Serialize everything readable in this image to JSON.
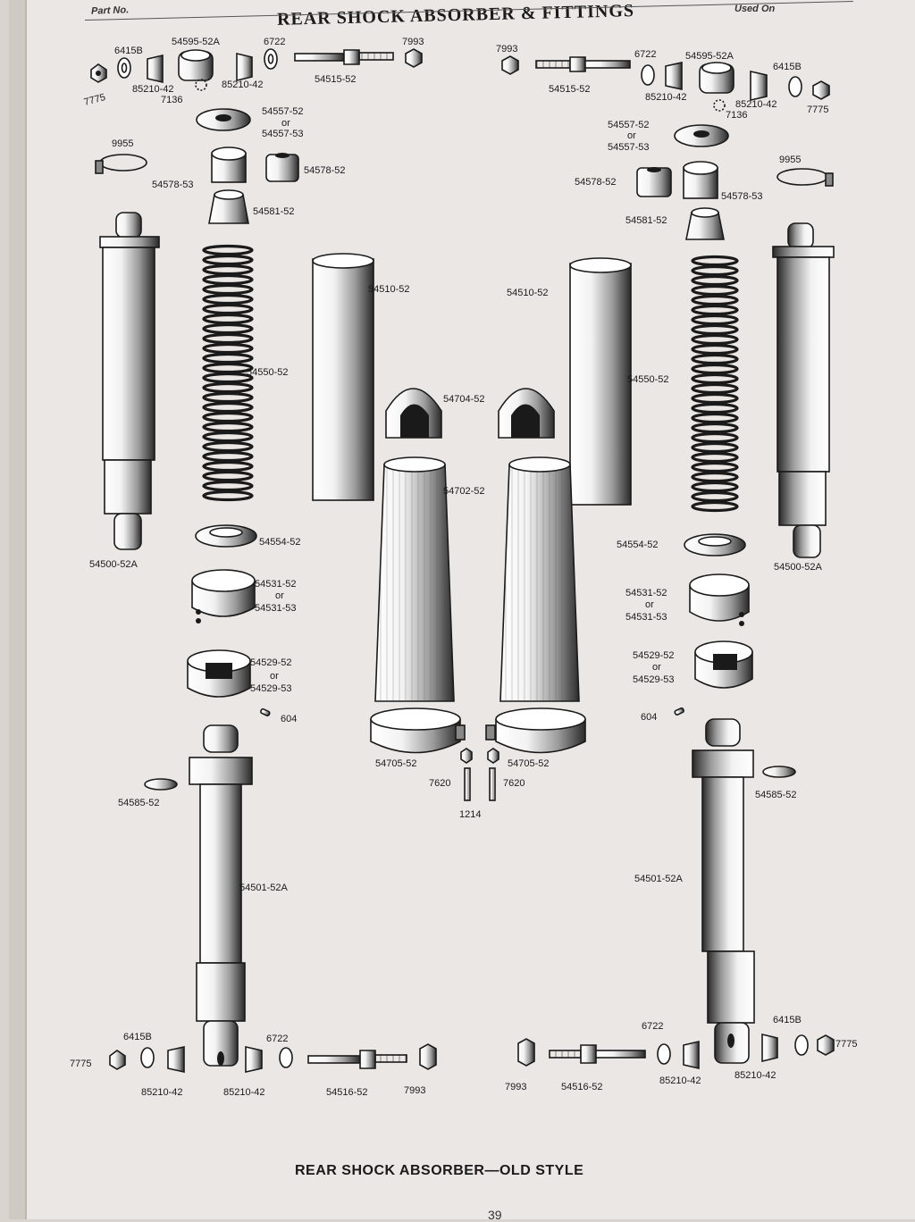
{
  "header": {
    "part_no_label": "Part No.",
    "title": "REAR SHOCK ABSORBER & FITTINGS",
    "used_on_label": "Used On"
  },
  "caption": "REAR SHOCK ABSORBER—OLD STYLE",
  "page_number": "39",
  "part_labels": {
    "p7775_tl": "7775",
    "p6415b_tl": "6415B",
    "p85210_tl1": "85210-42",
    "p54595_l": "54595-52A",
    "p7136_l": "7136",
    "p85210_tl2": "85210-42",
    "p6722_tl": "6722",
    "p54515_l": "54515-52",
    "p7993_tl": "7993",
    "p54557_l_a": "54557-52",
    "p54557_l_or": "or",
    "p54557_l_b": "54557-53",
    "p9955_l": "9955",
    "p54578_53_l": "54578-53",
    "p54578_52_l": "54578-52",
    "p54581_l": "54581-52",
    "p54500_l": "54500-52A",
    "p54550_l": "54550-52",
    "p54510_l": "54510-52",
    "p54704": "54704-52",
    "p54702": "54702-52",
    "p54554_l": "54554-52",
    "p54531_l_a": "54531-52",
    "p54531_l_or": "or",
    "p54531_l_b": "54531-53",
    "p54529_l_a": "54529-52",
    "p54529_l_or": "or",
    "p54529_l_b": "54529-53",
    "p604_l": "604",
    "p54585_l": "54585-52",
    "p54501_l": "54501-52A",
    "p54705_l": "54705-52",
    "p54705_r": "54705-52",
    "p7620_l": "7620",
    "p7620_r": "7620",
    "p1214": "1214",
    "p7775_bl": "7775",
    "p6415b_bl": "6415B",
    "p85210_bl1": "85210-42",
    "p85210_bl2": "85210-42",
    "p6722_bl": "6722",
    "p54516_l": "54516-52",
    "p7993_bl": "7993",
    "p7993_tr": "7993",
    "p6722_tr": "6722",
    "p54595_r": "54595-52A",
    "p6415b_tr": "6415B",
    "p54515_r": "54515-52",
    "p85210_tr1": "85210-42",
    "p85210_tr2": "85210-42",
    "p7136_r": "7136",
    "p7775_tr": "7775",
    "p54557_r_a": "54557-52",
    "p54557_r_or": "or",
    "p54557_r_b": "54557-53",
    "p9955_r": "9955",
    "p54578_52_r": "54578-52",
    "p54578_53_r": "54578-53",
    "p54581_r": "54581-52",
    "p54510_r": "54510-52",
    "p54550_r": "54550-52",
    "p54554_r": "54554-52",
    "p54500_r": "54500-52A",
    "p54531_r_a": "54531-52",
    "p54531_r_or": "or",
    "p54531_r_b": "54531-53",
    "p54529_r_a": "54529-52",
    "p54529_r_or": "or",
    "p54529_r_b": "54529-53",
    "p604_r": "604",
    "p54585_r": "54585-52",
    "p54501_r": "54501-52A",
    "p6722_br": "6722",
    "p6415b_br": "6415B",
    "p7775_br": "7775",
    "p7993_br": "7993",
    "p54516_r": "54516-52",
    "p85210_br1": "85210-42",
    "p85210_br2": "85210-42"
  }
}
